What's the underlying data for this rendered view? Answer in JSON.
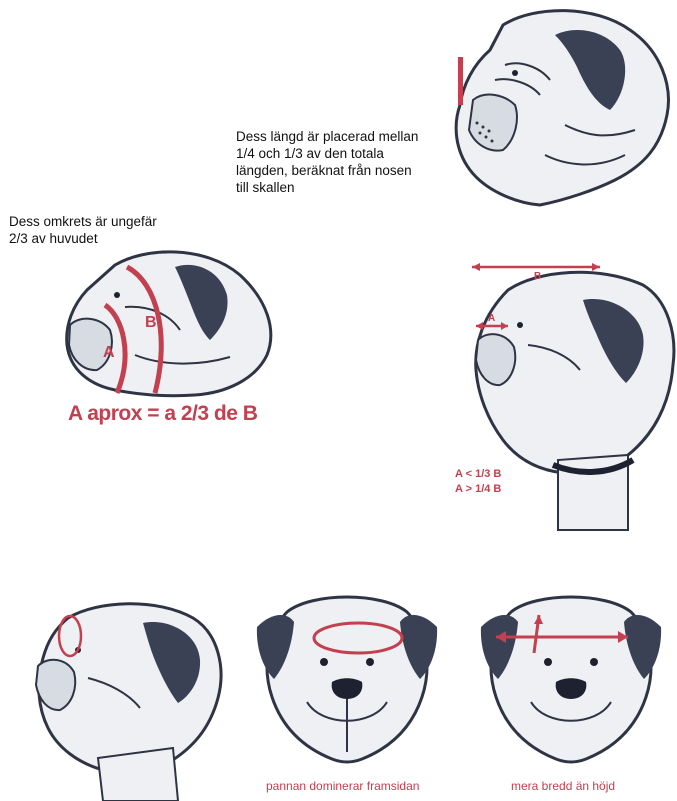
{
  "text_blocks": {
    "length_lines": [
      "Dess längd är placerad mellan",
      "1/4 och 1/3 av den totala",
      "längden, beräknat från  nosen",
      "till skallen"
    ],
    "circumference_lines": [
      "Dess omkrets är ungefär",
      "2/3 av huvudet"
    ]
  },
  "figure_labels": {
    "circ_A": "A",
    "circ_B": "B",
    "circ_ratio": "A aprox = a 2/3 de B",
    "len_A": "A",
    "len_B": "B",
    "len_rule1": "A < 1/3 B",
    "len_rule2": "A > 1/4 B"
  },
  "captions": {
    "forehead_front": "pannan dominerar framsidan",
    "width_height": "mera bredd än höjd"
  },
  "colors": {
    "accent": "#c2404f",
    "ink": "#2f3444"
  }
}
